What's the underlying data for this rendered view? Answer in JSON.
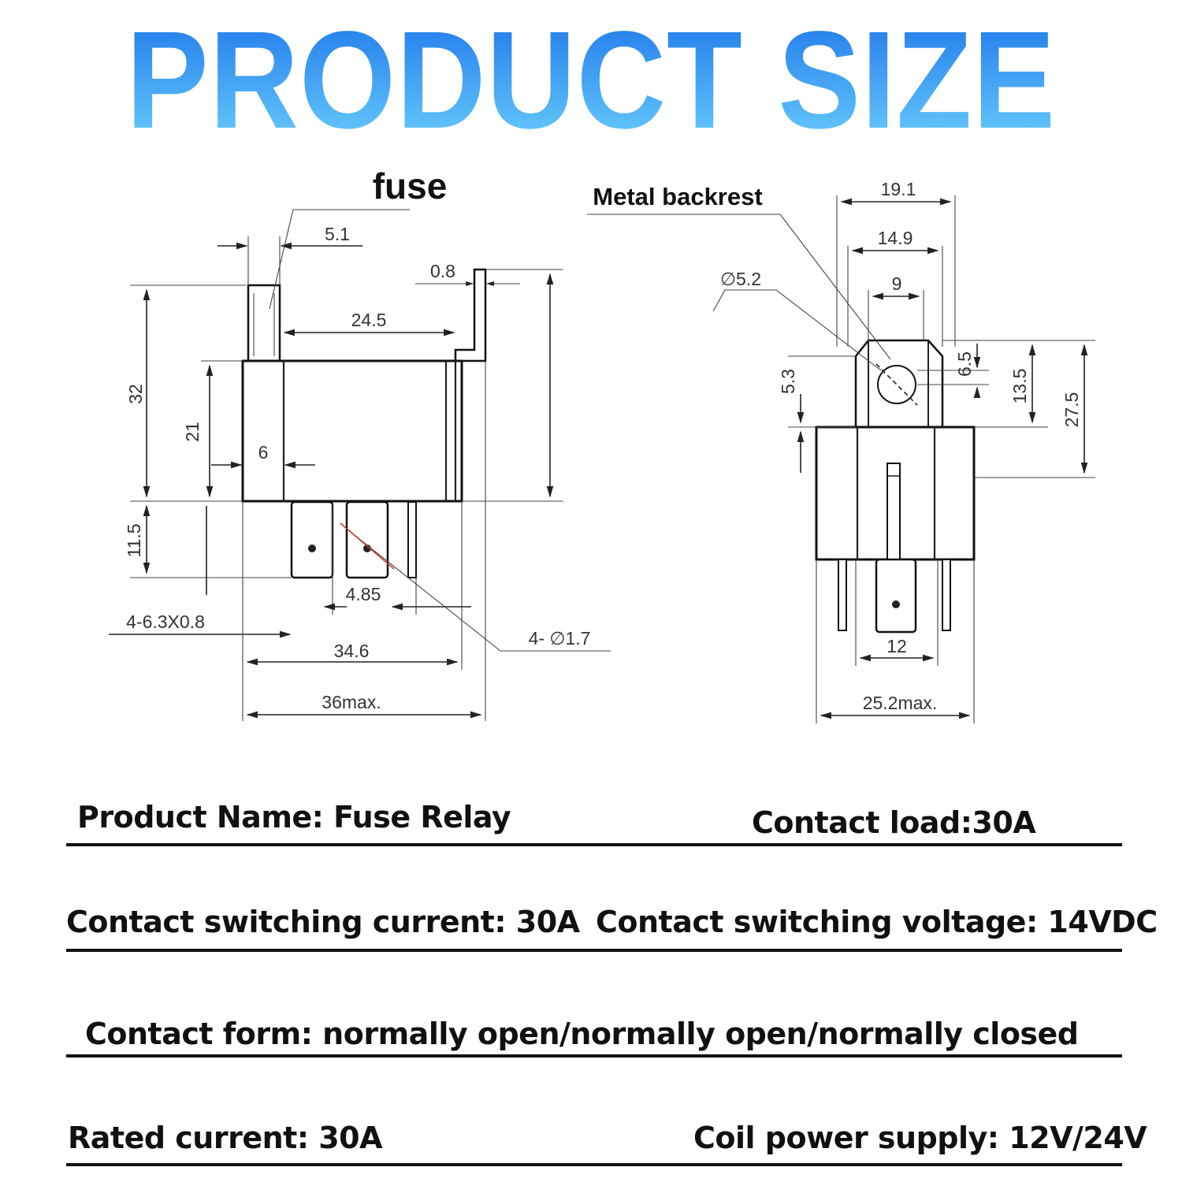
{
  "title": "PRODUCT SIZE",
  "colors": {
    "title_top": "#1a73e8",
    "title_bottom": "#4fc3f7",
    "text": "#111111"
  },
  "diagram": {
    "label_fuse": "fuse",
    "label_metal_backrest": "Metal backrest",
    "front_view": {
      "dim_fuse_width": "5.1",
      "dim_bracket_thickness": "0.8",
      "dim_fuse_to_bracket": "24.5",
      "dim_total_height": "32",
      "dim_body_height": "21",
      "dim_fuse_offset": "6",
      "dim_pin_length": "11.5",
      "dim_pin_pitch": "4.85",
      "dim_pin_spec": "4-6.3X0.8",
      "dim_hole": "4- ∅1.7",
      "dim_body_length": "34.6",
      "dim_max_length": "36max."
    },
    "side_view": {
      "dim_bracket_outer": "19.1",
      "dim_bracket_mid": "14.9",
      "dim_bracket_inner": "9",
      "dim_hole_diameter": "∅5.2",
      "dim_bracket_height": "5.3",
      "dim_hole_pos": "6.5",
      "dim_bracket_total": "13.5",
      "dim_height_total": "27.5",
      "dim_pin_span": "12",
      "dim_max_width": "25.2max."
    }
  },
  "specs": {
    "product_name": "Product Name: Fuse Relay",
    "contact_load": "Contact load:30A",
    "switching_current": "Contact switching current: 30A",
    "switching_voltage": "Contact switching voltage: 14VDC",
    "contact_form": "Contact form: normally open/normally open/normally closed",
    "rated_current": "Rated current: 30A",
    "coil_power": "Coil power supply: 12V/24V"
  }
}
